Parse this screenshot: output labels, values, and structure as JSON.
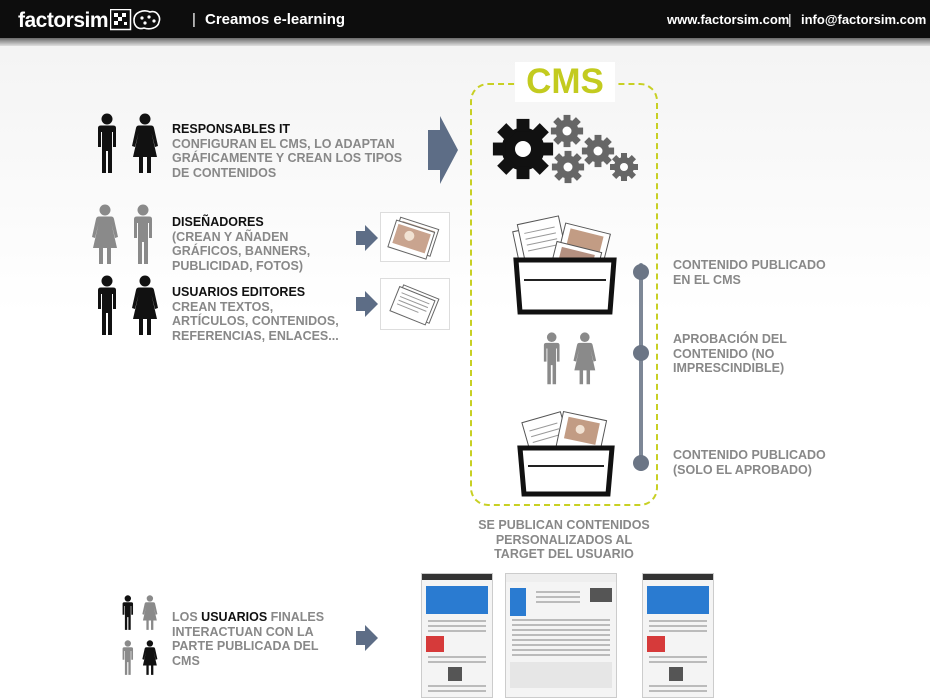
{
  "header": {
    "logo": "factorsim",
    "separator": "|",
    "tagline": "Creamos e-learning",
    "website": "www.factorsim.com",
    "email": "info@factorsim.com"
  },
  "icons": {
    "logo_mark": "pixel-brain-logo-icon",
    "person": "person-icon",
    "arrow": "right-arrow-icon",
    "gears": "gears-icon",
    "tray": "document-tray-icon"
  },
  "colors": {
    "accent": "#c3cb1f",
    "timeline": "#6b7585",
    "arrow": "#5d6d86"
  },
  "cms": {
    "title": "CMS"
  },
  "roles": [
    {
      "title": "RESPONSABLES IT",
      "desc": "CONFIGURAN EL CMS, LO ADAPTAN GRÁFICAMENTE Y CREAN LOS TIPOS DE CONTENIDOS"
    },
    {
      "title": "DISEÑADORES",
      "desc": "(CREAN Y AÑADEN GRÁFICOS, BANNERS, PUBLICIDAD, FOTOS)"
    },
    {
      "title": "USUARIOS EDITORES",
      "desc": "CREAN TEXTOS, ARTÍCULOS, CONTENIDOS, REFERENCIAS, ENLACES..."
    }
  ],
  "workflow": [
    {
      "label": "CONTENIDO PUBLICADO EN EL CMS"
    },
    {
      "label": "APROBACIÓN DEL CONTENIDO (NO IMPRESCINDIBLE)"
    },
    {
      "label": "CONTENIDO PUBLICADO (SOLO EL APROBADO)"
    }
  ],
  "publish_caption": "SE PUBLICAN CONTENIDOS PERSONALIZADOS AL TARGET DEL USUARIO",
  "end_users": {
    "prefix": "LOS ",
    "highlight": "USUARIOS",
    "suffix": " FINALES INTERACTUAN CON LA PARTE PUBLICADA DEL CMS"
  }
}
